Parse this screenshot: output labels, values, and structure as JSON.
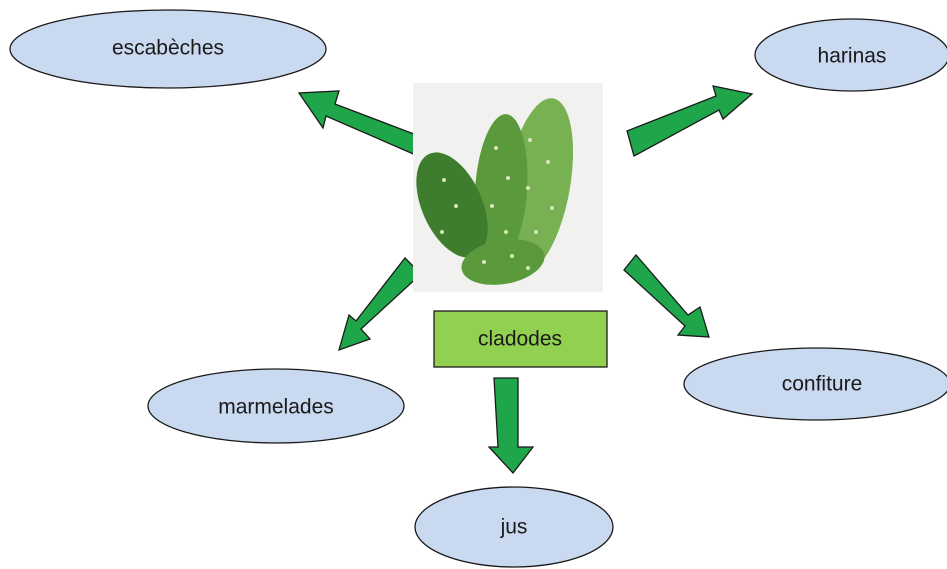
{
  "center": {
    "label": "cladodes",
    "image": "prickly-pear-cactus-pads"
  },
  "products": [
    {
      "id": "escabeches",
      "label": "escabèches"
    },
    {
      "id": "harinas",
      "label": "harinas"
    },
    {
      "id": "marmelades",
      "label": "marmelades"
    },
    {
      "id": "jus",
      "label": "jus"
    },
    {
      "id": "confiture",
      "label": "confiture"
    }
  ],
  "colors": {
    "oval_fill": "#c9d9f0",
    "arrow_fill": "#1fa64a",
    "box_fill": "#92d050",
    "outline": "#1a1a1a"
  }
}
